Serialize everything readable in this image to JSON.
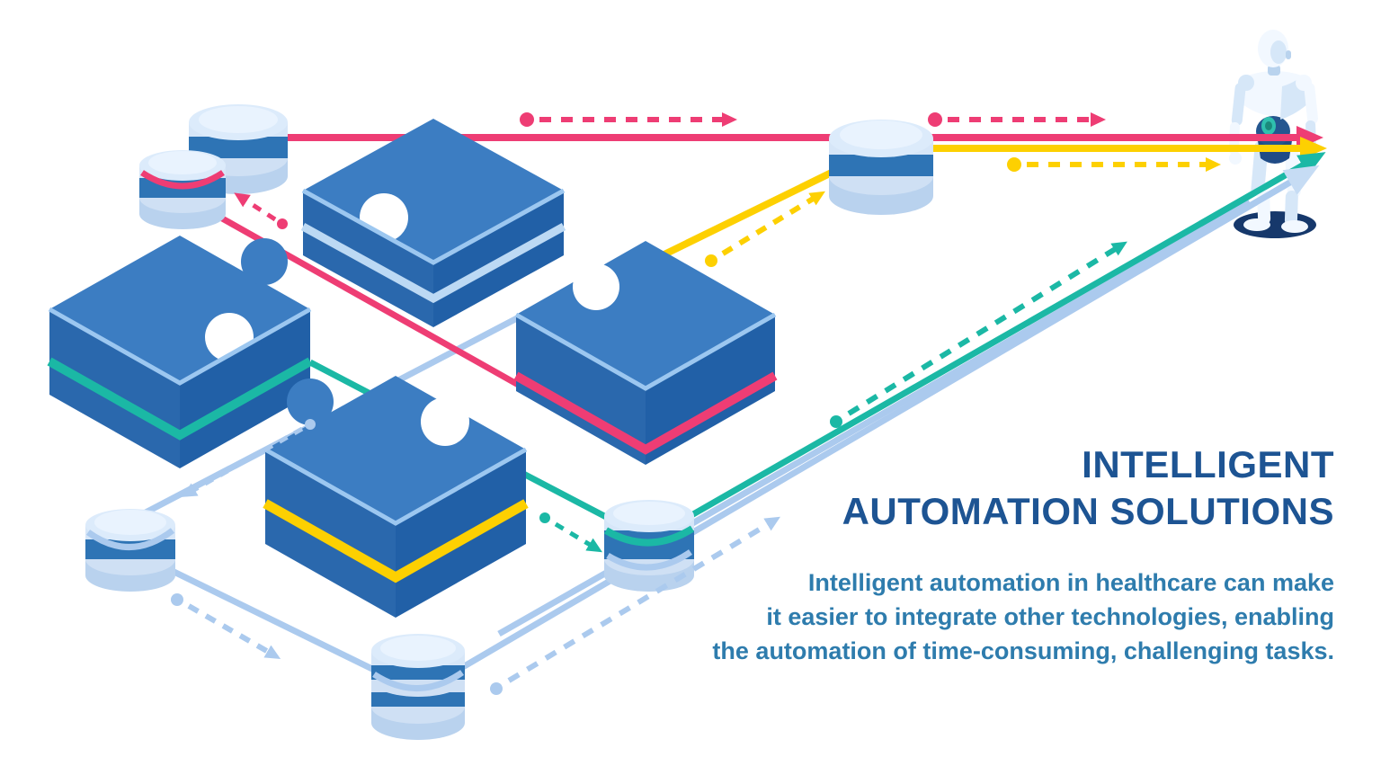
{
  "title": {
    "lines": [
      "INTELLIGENT",
      "AUTOMATION SOLUTIONS"
    ]
  },
  "description": {
    "lines": [
      "Intelligent automation in healthcare can make",
      "it easier to integrate other technologies, enabling",
      "the automation of time-consuming, challenging tasks."
    ]
  },
  "colors": {
    "bg": "#ffffff",
    "pink": "#ee3d74",
    "yellow": "#fdd001",
    "teal": "#1bb8a5",
    "light_blue": "#abcaee",
    "lb_arrow_pale": "#c6dcf4",
    "puzzle_top": "#3c7dc2",
    "puzzle_side_left": "#2a68ad",
    "puzzle_side_right": "#2160a7",
    "puzzle_bevel": "#9cc7f0",
    "stripe_light": "#bcd9f4",
    "cylinder_base": "#b9d2ee",
    "cylinder_light": "#cfe0f4",
    "cylinder_side": "#d6e6f8",
    "cylinder_top": "#dcebfb",
    "cylinder_highlight": "#e9f3fe",
    "cylinder_band": "#2e74b5",
    "title_text": "#1d5493",
    "body_text": "#2e7cad",
    "robot_body": "#f2f8ff",
    "robot_shade": "#d6e7f8",
    "robot_joint": "#b9d3ee",
    "robot_dark": "#16386b",
    "robot_pelvis": "#1f4b86",
    "robot_abdomen": "#24568f",
    "robot_teal": "#2fc0ae",
    "robot_core_dark": "#1b8a7c"
  },
  "scene": {
    "puzzle_pieces": [
      {
        "name": "puzzle-piece-back",
        "stripe": "light-blue"
      },
      {
        "name": "puzzle-piece-left",
        "stripe": "teal"
      },
      {
        "name": "puzzle-piece-right",
        "stripe": "pink"
      },
      {
        "name": "puzzle-piece-front",
        "stripe": "yellow"
      }
    ],
    "nodes": [
      "cylinder-node-top-left-rear",
      "cylinder-node-top-left-front",
      "cylinder-node-top-right",
      "cylinder-node-left",
      "cylinder-node-center",
      "cylinder-node-bottom"
    ],
    "flows": [
      {
        "name": "pink-flow",
        "color": "#ee3d74"
      },
      {
        "name": "yellow-flow",
        "color": "#fdd001"
      },
      {
        "name": "teal-flow",
        "color": "#1bb8a5"
      },
      {
        "name": "light-blue-flow",
        "color": "#abcaee"
      }
    ],
    "robot": "humanoid-robot"
  }
}
